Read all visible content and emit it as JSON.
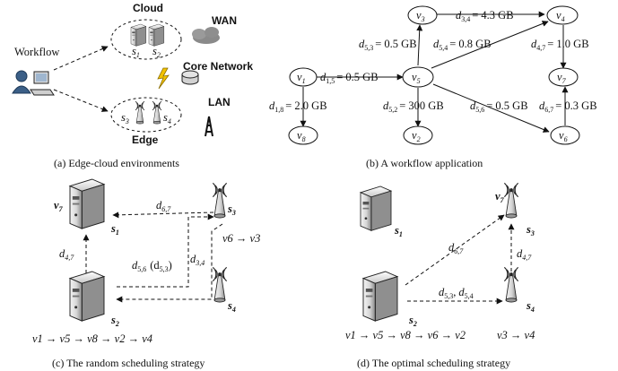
{
  "panel_a": {
    "caption": "(a) Edge-cloud environments",
    "workflow": "Workflow",
    "cloud": "Cloud",
    "edge": "Edge",
    "wan": "WAN",
    "lan": "LAN",
    "core_network": "Core Network",
    "s1": "s",
    "s1_sub": "1",
    "s2": "s",
    "s2_sub": "2",
    "s3": "s",
    "s3_sub": "3",
    "s4": "s",
    "s4_sub": "4"
  },
  "panel_b": {
    "caption": "(b)  A workflow application",
    "nodes": [
      "v",
      "v",
      "v",
      "v",
      "v",
      "v",
      "v",
      "v"
    ],
    "node_subs": [
      "1",
      "2",
      "3",
      "4",
      "5",
      "6",
      "7",
      "8"
    ],
    "edges": {
      "d34": "= 4.3 GB",
      "d53": "= 0.5 GB",
      "d54": "= 0.8 GB",
      "d47": "= 1.0 GB",
      "d15": "= 0.5 GB",
      "d18": "= 2.0 GB",
      "d52": "= 300 GB",
      "d56": "= 0.5 GB",
      "d67": "= 0.3 GB"
    }
  },
  "panel_c": {
    "caption": "(c) The random scheduling strategy",
    "v7": "v",
    "v7_sub": "7",
    "s1": "s",
    "s1_sub": "1",
    "s2": "s",
    "s2_sub": "2",
    "s3": "s",
    "s3_sub": "3",
    "s4": "s",
    "s4_sub": "4",
    "d67": "d",
    "d67_sub": "6,7",
    "d47": "d",
    "d47_sub": "4,7",
    "d56": "d",
    "d56_sub": "5,6",
    "d53_paren": "(d",
    "d53_sub": "5,3",
    "d53_close": ")",
    "d34": "d",
    "d34_sub": "3,4",
    "mapping_s3": "v6 → v3",
    "mapping_s2": "v1 → v5 → v8 → v2 → v4"
  },
  "panel_d": {
    "caption": "(d) The optimal scheduling strategy",
    "v7": "v",
    "v7_sub": "7",
    "s1": "s",
    "s1_sub": "1",
    "s2": "s",
    "s2_sub": "2",
    "s3": "s",
    "s3_sub": "3",
    "s4": "s",
    "s4_sub": "4",
    "d67": "d",
    "d67_sub": "6,7",
    "d47": "d",
    "d47_sub": "4,7",
    "d53": "d",
    "d53_sub": "5,3",
    "d54": "d",
    "d54_sub": "5,4",
    "comma": ",",
    "mapping_s2": "v1 → v5 → v8 → v6 → v2",
    "mapping_s4": "v3 → v4"
  },
  "colors": {
    "ink": "#111111",
    "server_light": "#e8e8e8",
    "server_dark": "#9a9a9a",
    "cloud_gray": "#8a8a8a",
    "bolt": "#f2c200"
  }
}
